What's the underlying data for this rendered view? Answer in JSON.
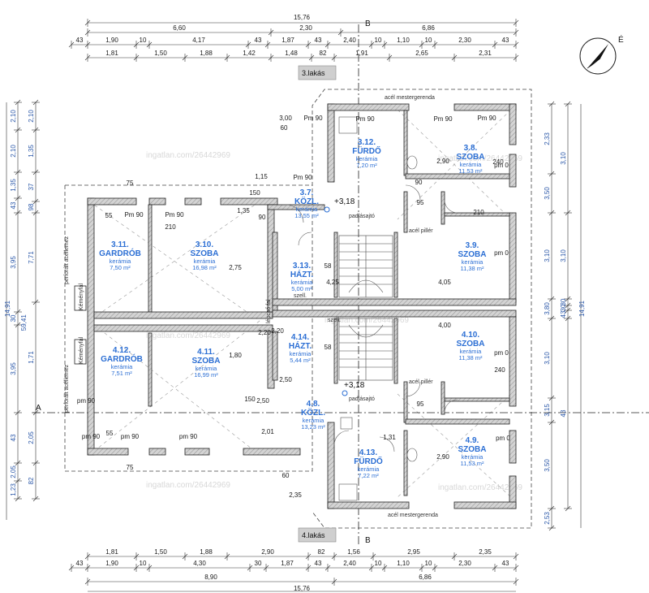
{
  "labels": {
    "flat_top": "3.lakás",
    "flat_bottom": "4.lakás",
    "section_b": "B",
    "section_a": "A",
    "north": "É",
    "beam_top": "acél mestergerenda",
    "beam_bottom": "acél mestergerenda",
    "pillar_top": "acél pillér",
    "pillar_bottom": "acél pillér",
    "ledge_top": "padlásajtó",
    "ledge_bottom": "padlásajtó",
    "aerator_top": "perforált acéllemez",
    "aerator_bottom": "perforált acéllemez",
    "chimney_top": "Kéményfal",
    "chimney_bottom": "Kéményfal",
    "vent": "szell.",
    "elev_top": "+3,18",
    "elev_bottom": "+3,18",
    "sill": "lépcső fal",
    "watermark": "ingatlan.com/26442969"
  },
  "rooms": [
    {
      "id": "r3_12",
      "num": "3.12.",
      "name": "FÜRDŐ",
      "mat": "kerámia",
      "area": "7,20 m²"
    },
    {
      "id": "r3_8",
      "num": "3.8.",
      "name": "SZOBA",
      "mat": "kerámia",
      "area": "11,53 m²"
    },
    {
      "id": "r3_7",
      "num": "3.7.",
      "name": "KÖZL.",
      "mat": "kerámia",
      "area": "13,55 m²"
    },
    {
      "id": "r3_11",
      "num": "3.11.",
      "name": "GARDRÓB",
      "mat": "kerámia",
      "area": "7,50 m²"
    },
    {
      "id": "r3_10",
      "num": "3.10.",
      "name": "SZOBA",
      "mat": "kerámia",
      "area": "16,98 m²"
    },
    {
      "id": "r3_13",
      "num": "3.13.",
      "name": "HÁZT.",
      "mat": "kerámia",
      "area": "5,00 m²"
    },
    {
      "id": "r3_9",
      "num": "3.9.",
      "name": "SZOBA",
      "mat": "kerámia",
      "area": "11,38 m²"
    },
    {
      "id": "r4_14",
      "num": "4.14.",
      "name": "HÁZT.",
      "mat": "kerámia",
      "area": "5,44 m²"
    },
    {
      "id": "r4_10",
      "num": "4.10.",
      "name": "SZOBA",
      "mat": "kerámia",
      "area": "11,38 m²"
    },
    {
      "id": "r4_12",
      "num": "4.12.",
      "name": "GARDRÓB",
      "mat": "kerámia",
      "area": "7,51 m²"
    },
    {
      "id": "r4_11",
      "num": "4.11.",
      "name": "SZOBA",
      "mat": "kerámia",
      "area": "16,99 m²"
    },
    {
      "id": "r4_8",
      "num": "4.8.",
      "name": "KÖZL.",
      "mat": "kerámia",
      "area": "13,23 m²"
    },
    {
      "id": "r4_9",
      "num": "4.9.",
      "name": "SZOBA",
      "mat": "kerámia",
      "area": "11,53 m²"
    },
    {
      "id": "r4_13",
      "num": "4.13.",
      "name": "FÜRDŐ",
      "mat": "kerámia",
      "area": "7,22 m²"
    }
  ],
  "dims": {
    "top_total": "15,76",
    "top_row2": [
      "6,60",
      "2,30",
      "6,86"
    ],
    "top_row3": [
      "43",
      "1,90",
      "10",
      "4,17",
      "43",
      "1,87",
      "43",
      "2,40",
      "10",
      "1,10",
      "10",
      "2,30",
      "43"
    ],
    "top_row4": [
      "1,81",
      "1,50",
      "1,88",
      "1,42",
      "1,48",
      "82",
      "1,91",
      "2,65",
      "2,31"
    ],
    "bot_row1": [
      "1,81",
      "1,50",
      "1,88",
      "2,90",
      "82",
      "1,56",
      "2,95",
      "2,35"
    ],
    "bot_row2": [
      "43",
      "1,90",
      "10",
      "4,30",
      "30",
      "1,87",
      "43",
      "2,40",
      "10",
      "1,10",
      "10",
      "2,30",
      "43"
    ],
    "bot_row3": [
      "8,90",
      "6,86"
    ],
    "bot_total": "15,76",
    "left_outer": [
      "2,10",
      "2,10",
      "1,35",
      "43",
      "3,95",
      "30",
      "3,95",
      "43",
      "2,05",
      "1,23"
    ],
    "left_mid": [
      "2,10",
      "1,35",
      "37",
      "98",
      "7,71",
      "1,71",
      "2,05",
      "82"
    ],
    "left_total": "14,91",
    "left_sub": [
      "9,41",
      "5"
    ],
    "right_inner": [
      "2,33",
      "3,50",
      "3,10",
      "3,80",
      "3,10",
      "3,15",
      "3,50",
      "2,53"
    ],
    "right_outer": [
      "3,10",
      "3,10",
      "30",
      "30",
      "43",
      "43"
    ],
    "right_total": "14,91",
    "interior": [
      "Pm 90",
      "Pm 90",
      "Pm 90",
      "Pm 90",
      "Pm 90",
      "Pm 90",
      "Pm 90",
      "pm 90",
      "pm 90",
      "pm 90",
      "pm 90",
      "pm 0",
      "pm 0",
      "pm 0",
      "pm 0",
      "55",
      "55",
      "90",
      "90",
      "210",
      "210",
      "150",
      "150",
      "240",
      "240",
      "2,20",
      "2,20",
      "2,50",
      "2,50",
      "2,90",
      "2,90",
      "4,05",
      "4,00",
      "2,75",
      "1,80",
      "3,00",
      "2,35",
      "1,31",
      "4,25",
      "75",
      "75",
      "58",
      "58",
      "95",
      "95",
      "60",
      "60",
      "1,15",
      "1,35",
      "2,01"
    ]
  }
}
